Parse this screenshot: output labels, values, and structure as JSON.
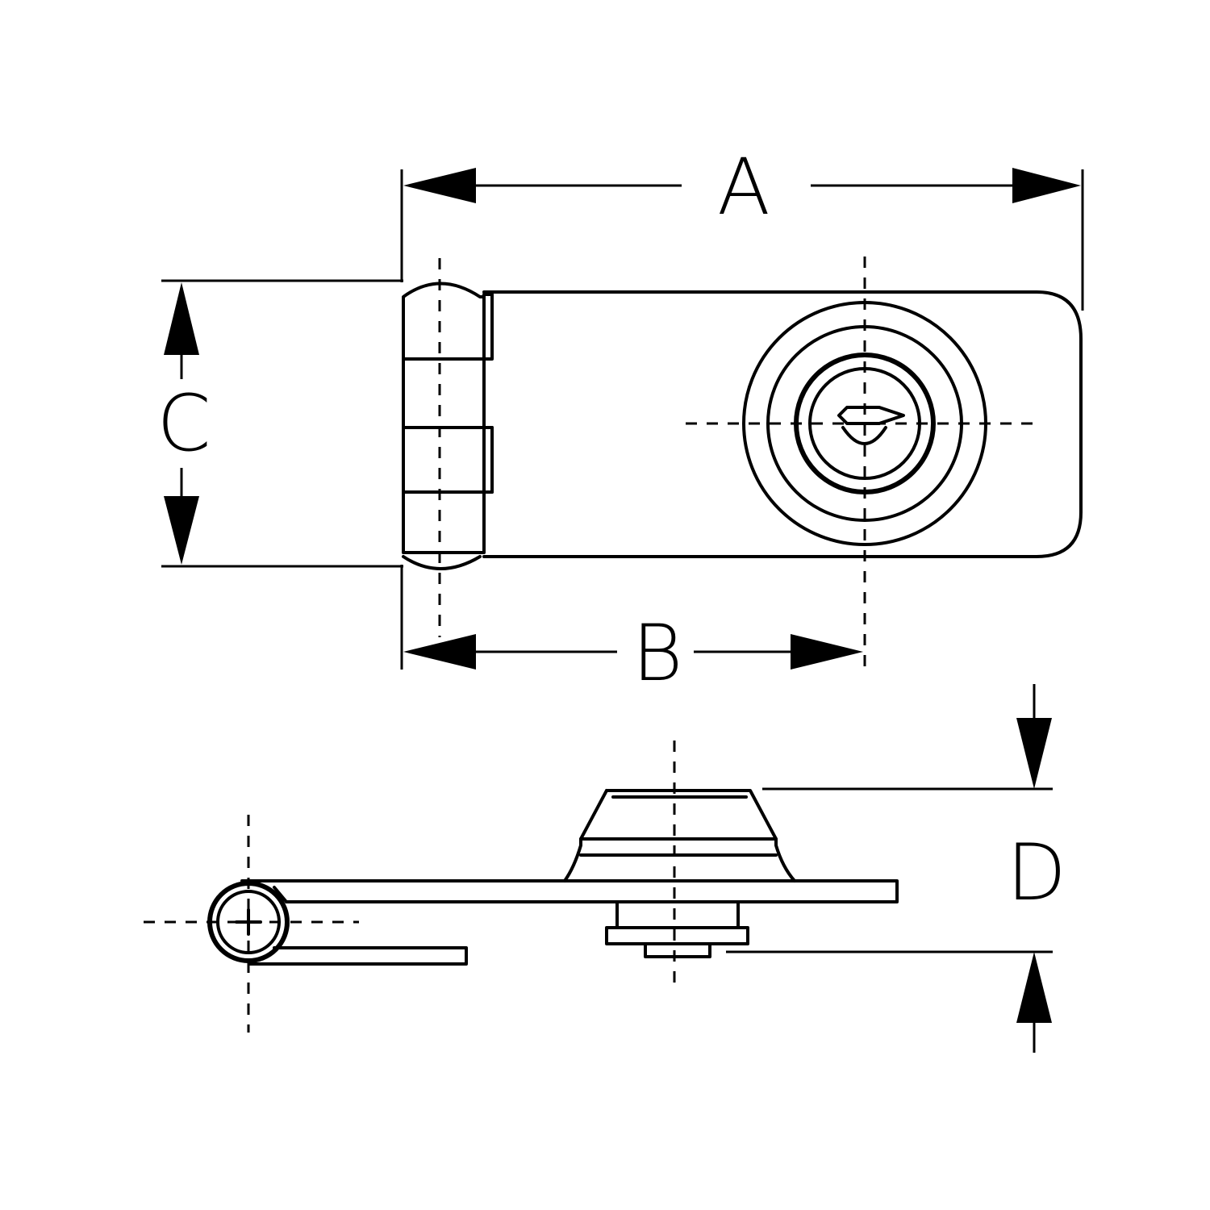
{
  "dimensions": {
    "a": {
      "label": "A"
    },
    "b": {
      "label": "B"
    },
    "c": {
      "label": "C"
    },
    "d": {
      "label": "D"
    }
  },
  "colors": {
    "ink": "#000000",
    "paper": "#ffffff"
  }
}
